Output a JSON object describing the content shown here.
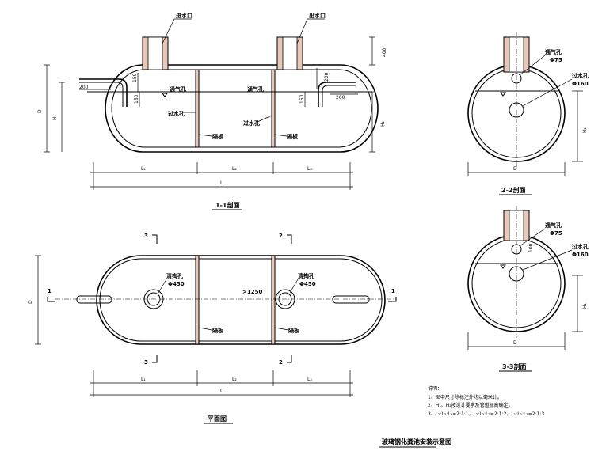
{
  "section_1_1": {
    "title": "1-1剖面",
    "label_inlet": "进水口",
    "label_outlet": "出水口",
    "label_vent_left": "通气孔",
    "label_vent_right": "通气孔",
    "label_overflow_left": "过水孔",
    "label_overflow_right": "过水孔",
    "label_partition_left": "隔板",
    "label_partition_right": "隔板",
    "dim_left_pipe": "200",
    "dim_right_pipe": "200",
    "dim_top": "400",
    "dim_150_left": "150",
    "dim_150_right": "150",
    "dim_200": "200",
    "dim_D": "D",
    "dim_H1": "H₁",
    "dim_H2": "H₂",
    "dim_L1": "L₁",
    "dim_L2": "L₂",
    "dim_L3": "L₃",
    "dim_L": "L"
  },
  "section_2_2": {
    "title": "2-2剖面",
    "label_vent": "通气孔",
    "vent_dia": "Φ75",
    "label_overflow": "过水孔",
    "overflow_dia": "Φ160",
    "dim_H": "H₂",
    "dim_D": "D"
  },
  "section_3_3": {
    "title": "3-3剖面",
    "label_vent": "通气孔",
    "vent_dia": "Φ75",
    "label_overflow": "过水孔",
    "overflow_dia": "Φ160",
    "dim_H": "H₁",
    "dim_D": "D",
    "dim_100": "100"
  },
  "plan": {
    "title": "平面图",
    "label_cleanout_left": "清掏孔",
    "dia_left": "Φ450",
    "label_cleanout_right": "清掏孔",
    "dia_right": "Φ450",
    "label_partition_left": "隔板",
    "label_partition_right": "隔板",
    "dim_ge": ">1250",
    "marker_3_top": "3",
    "marker_3_bottom": "3",
    "marker_2_top": "2",
    "marker_2_bottom": "2",
    "marker_1_left": "1",
    "marker_1_right": "1",
    "dim_D": "D",
    "dim_L1": "L₁",
    "dim_L2": "L₂",
    "dim_L3": "L₃",
    "dim_L": "L"
  },
  "notes": {
    "heading": "说明：",
    "line1": "1、图中尺寸除标注外均以毫米计。",
    "line2": "2、H₁、H₂按设计要求及管道标高确定。",
    "line3": "3、L₁:L₂:L₃=2:1:1，L₁:L₂:L₃=2:1:2，L₁:L₂:L₃=2:1:3"
  },
  "drawing_title": "玻璃钢化粪池安装示意图"
}
